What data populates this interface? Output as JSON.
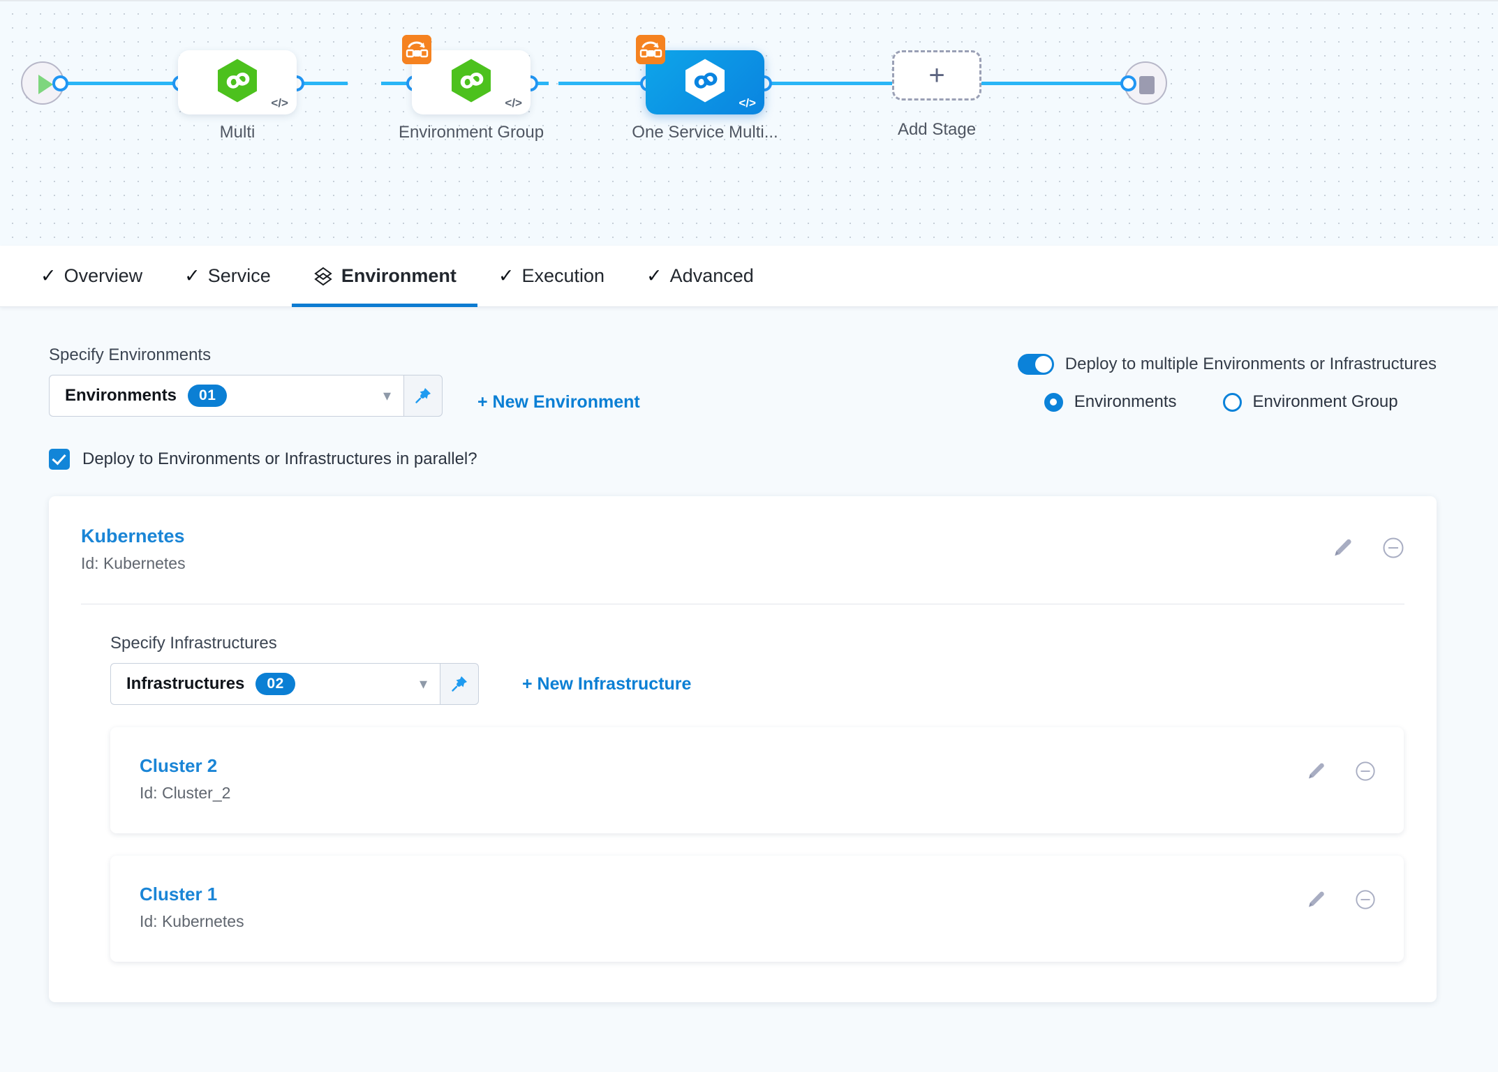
{
  "pipeline": {
    "start_node": {
      "icon": "play-icon"
    },
    "end_node": {
      "icon": "stop-icon"
    },
    "stages": [
      {
        "label": "Multi",
        "selected": false,
        "has_matrix_badge": false,
        "icon": "harness-hex-icon",
        "code_icon": "code-icon"
      },
      {
        "label": "Environment Group",
        "selected": false,
        "has_matrix_badge": true,
        "icon": "harness-hex-icon",
        "code_icon": "code-icon"
      },
      {
        "label": "One Service Multi...",
        "selected": true,
        "has_matrix_badge": true,
        "icon": "harness-hex-icon",
        "code_icon": "code-icon"
      }
    ],
    "add_stage": {
      "label": "Add Stage",
      "icon": "plus-icon"
    }
  },
  "tabs": [
    {
      "label": "Overview",
      "icon": "check-icon",
      "active": false
    },
    {
      "label": "Service",
      "icon": "check-icon",
      "active": false
    },
    {
      "label": "Environment",
      "icon": "layers-icon",
      "active": true
    },
    {
      "label": "Execution",
      "icon": "check-icon",
      "active": false
    },
    {
      "label": "Advanced",
      "icon": "check-icon",
      "active": false
    }
  ],
  "environments_section": {
    "label": "Specify Environments",
    "select_value": "Environments",
    "count": "01",
    "pin_icon": "pin-icon",
    "chevron_icon": "chevron-down-icon",
    "new_link": "+ New Environment"
  },
  "deploy_options": {
    "toggle_label": "Deploy to multiple Environments or Infrastructures",
    "toggle_on": true,
    "radios": [
      {
        "label": "Environments",
        "selected": true
      },
      {
        "label": "Environment Group",
        "selected": false
      }
    ]
  },
  "parallel": {
    "label": "Deploy to Environments or Infrastructures in parallel?",
    "checked": true
  },
  "environment_card": {
    "name": "Kubernetes",
    "id_text": "Id: Kubernetes",
    "edit_icon": "pencil-icon",
    "remove_icon": "minus-circle-icon",
    "infrastructures_section": {
      "label": "Specify Infrastructures",
      "select_value": "Infrastructures",
      "count": "02",
      "pin_icon": "pin-icon",
      "chevron_icon": "chevron-down-icon",
      "new_link": "+ New Infrastructure"
    },
    "infrastructures": [
      {
        "name": "Cluster 2",
        "id_text": "Id: Cluster_2",
        "edit_icon": "pencil-icon",
        "remove_icon": "minus-circle-icon"
      },
      {
        "name": "Cluster 1",
        "id_text": "Id: Kubernetes",
        "edit_icon": "pencil-icon",
        "remove_icon": "minus-circle-icon"
      }
    ]
  },
  "colors": {
    "accent_blue": "#0b7fd4",
    "rail_blue": "#29b5f6",
    "selected_node": "#0a84e0",
    "badge_orange": "#f58220",
    "hex_green": "#4cc11d",
    "canvas_bg": "#f4fafe"
  }
}
